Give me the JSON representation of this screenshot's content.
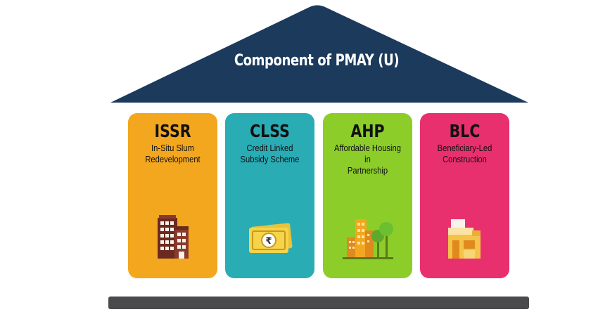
{
  "title": "Component of PMAY (U)",
  "colors": {
    "roof": "#1b3a5c",
    "issr": "#f2a71f",
    "clss": "#2aacb5",
    "ahp": "#8ccd2a",
    "blc": "#e8306f",
    "base": "#4a4a4c"
  },
  "components": [
    {
      "abbr": "ISSR",
      "line1": "In-Situ Slum",
      "line2": "Redevelopment",
      "icon": "apartment-building-icon"
    },
    {
      "abbr": "CLSS",
      "line1": "Credit Linked",
      "line2": "Subsidy Scheme",
      "icon": "rupee-banknote-icon"
    },
    {
      "abbr": "AHP",
      "line1": "Affordable Housing in",
      "line2": "Partnership",
      "icon": "city-buildings-trees-icon"
    },
    {
      "abbr": "BLC",
      "line1": "Beneficiary-Led",
      "line2": "Construction",
      "icon": "house-construction-icon"
    }
  ]
}
